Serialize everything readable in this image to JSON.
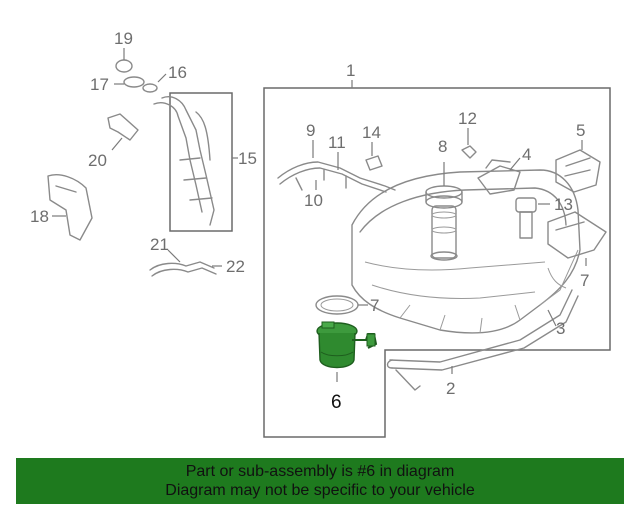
{
  "banner": {
    "line1": "Part or sub-assembly is #6 in diagram",
    "line2": "Diagram may not be specific to your vehicle"
  },
  "callouts": {
    "n1": "1",
    "n2": "2",
    "n3": "3",
    "n4": "4",
    "n5": "5",
    "n6": "6",
    "n7a": "7",
    "n7b": "7",
    "n8": "8",
    "n9": "9",
    "n10": "10",
    "n11": "11",
    "n12": "12",
    "n13": "13",
    "n14": "14",
    "n15": "15",
    "n16": "16",
    "n17": "17",
    "n18": "18",
    "n19": "19",
    "n20": "20",
    "n21": "21",
    "n22": "22"
  },
  "colors": {
    "banner_bg": "#1e7a1e",
    "highlight_part": "#2f8a2f",
    "linework": "#8a8a8a"
  }
}
